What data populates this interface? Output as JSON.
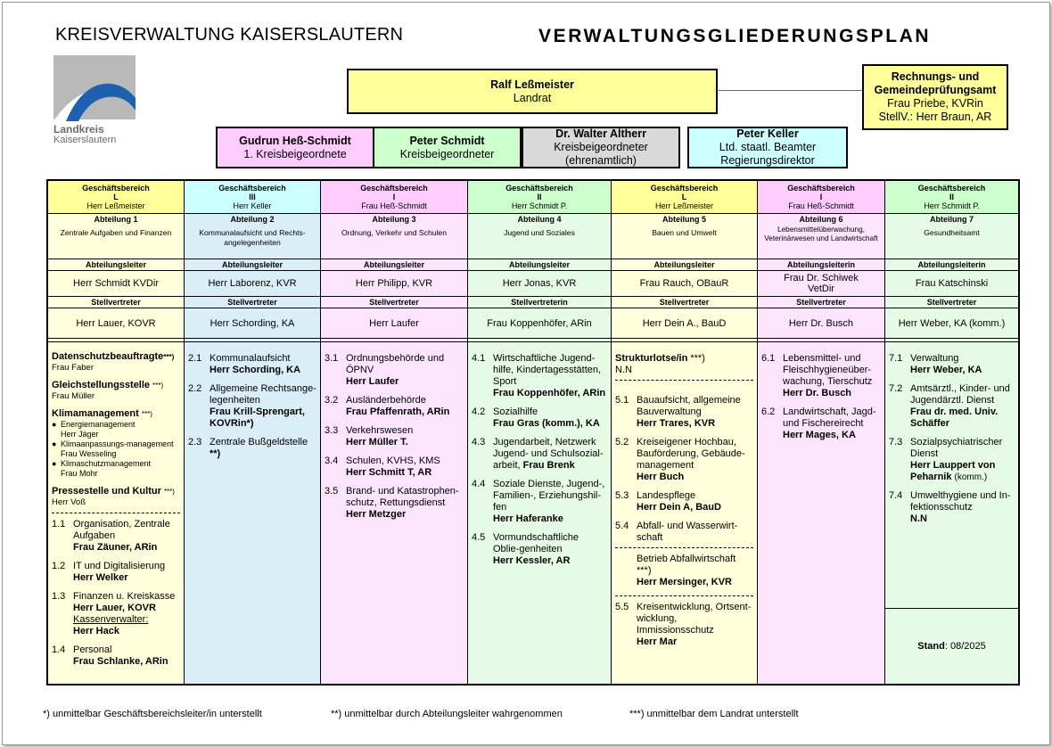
{
  "header": {
    "agency": "KREISVERWALTUNG KAISERSLAUTERN",
    "title": "VERWALTUNGSGLIEDERUNGSPLAN",
    "logo_line1": "Landkreis",
    "logo_line2": "Kaiserslautern"
  },
  "colors": {
    "yellow": "#ffff99",
    "pink": "#ffccff",
    "green": "#ccffcc",
    "grey": "#d9d9d9",
    "cyan": "#ccffff",
    "lightblue": "#daeef8",
    "lightpink": "#fde5fd",
    "lightgreen": "#e6fbe6",
    "lightyellow": "#ffffdc"
  },
  "landrat": {
    "name": "Ralf Leßmeister",
    "role": "Landrat"
  },
  "audit": {
    "line1": "Rechnungs- und",
    "line2": "Gemeindeprüfungsamt",
    "line3": "Frau Priebe, KVRin",
    "line4": "StellV.: Herr Braun, AR"
  },
  "deputies": [
    {
      "name": "Gudrun Heß-Schmidt",
      "role": "1. Kreisbeigeordnete"
    },
    {
      "name": "Peter Schmidt",
      "role": "Kreisbeigeordneter"
    },
    {
      "name": "Dr. Walter Altherr",
      "role": "Kreisbeigeordneter",
      "role2": "(ehrenamtlich)"
    },
    {
      "name": "Peter Keller",
      "role": "Ltd. staatl. Beamter",
      "role2": "Regierungsdirektor"
    }
  ],
  "columns": [
    {
      "gb_label": "Geschäftsbereich",
      "gb_num": "L",
      "gb_head": "Herr Leßmeister",
      "dept": "Abteilung 1",
      "dept_desc": "Zentrale Aufgaben und Finanzen",
      "leader_label": "Abteilungsleiter",
      "leader": "Herr Schmidt KVDir",
      "deputy_label": "Stellvertreter",
      "deputy": "Herr Lauer, KOVR"
    },
    {
      "gb_label": "Geschäftsbereich",
      "gb_num": "III",
      "gb_head": "Herr Keller",
      "dept": "Abteilung 2",
      "dept_desc": "Kommunalaufsicht und Rechts-angelegenheiten",
      "leader_label": "Abteilungsleiter",
      "leader": "Herr Laborenz, KVR",
      "deputy_label": "Stellvertreter",
      "deputy": "Herr Schording, KA"
    },
    {
      "gb_label": "Geschäftsbereich",
      "gb_num": "I",
      "gb_head": "Frau Heß-Schmidt",
      "dept": "Abteilung 3",
      "dept_desc": "Ordnung, Verkehr und Schulen",
      "leader_label": "Abteilungsleiter",
      "leader": "Herr Philipp, KVR",
      "deputy_label": "Stellvertreter",
      "deputy": "Herr Laufer"
    },
    {
      "gb_label": "Geschäftsbereich",
      "gb_num": "II",
      "gb_head": "Herr Schmidt P.",
      "dept": "Abteilung 4",
      "dept_desc": "Jugend und Soziales",
      "leader_label": "Abteilungsleiter",
      "leader": "Herr Jonas, KVR",
      "deputy_label": "Stellvertreterin",
      "deputy": "Frau Koppenhöfer, ARin"
    },
    {
      "gb_label": "Geschäftsbereich",
      "gb_num": "L",
      "gb_head": "Herr Leßmeister",
      "dept": "Abteilung 5",
      "dept_desc": "Bauen und Umwelt",
      "leader_label": "Abteilungsleiter",
      "leader": "Frau Rauch, OBauR",
      "deputy_label": "Stellvertreter",
      "deputy": "Herr Dein A., BauD"
    },
    {
      "gb_label": "Geschäftsbereich",
      "gb_num": "I",
      "gb_head": "Frau Heß-Schmidt",
      "dept": "Abteilung 6",
      "dept_desc": "Lebensmittelüberwachung, Veterinärwesen und Landwirtschaft",
      "leader_label": "Abteilungsleiterin",
      "leader": "Frau Dr. Schiwek",
      "leader2": "VetDir",
      "deputy_label": "Stellvertreter",
      "deputy": "Herr Dr. Busch"
    },
    {
      "gb_label": "Geschäftsbereich",
      "gb_num": "II",
      "gb_head": "Herr Schmidt P.",
      "dept": "Abteilung 7",
      "dept_desc": "Gesundheitsamt",
      "leader_label": "Abteilungsleiterin",
      "leader": "Frau Katschinski",
      "deputy_label": "Stellvertreter",
      "deputy": "Herr Weber, KA (komm.)"
    }
  ],
  "col1": {
    "ds_title": "Datenschutzbeauftragte",
    "ds_sup": "***)",
    "ds_name": "Frau Faber",
    "gs_title": "Gleichstellungsstelle",
    "gs_sup": "***)",
    "gs_name": "Frau Müller",
    "km_title": "Klimamanagement",
    "km_sup": "***)",
    "km_b1": "Energiemanagement",
    "km_b1n": "Herr Jäger",
    "km_b2": "Klimaanpassungs-management",
    "km_b2n": "Frau Wesseling",
    "km_b3": "Klimaschutzmanagement",
    "km_b3n": "Frau Mohr",
    "pk_title": "Pressestelle und Kultur",
    "pk_sup": "***)",
    "pk_name": "Herr Voß",
    "i11_no": "1.1",
    "i11_t": "Organisation, Zentrale Aufgaben",
    "i11_n": "Frau Zäuner, ARin",
    "i12_no": "1.2",
    "i12_t": "IT und Digitalisierung",
    "i12_n": "Herr Welker",
    "i13_no": "1.3",
    "i13_t": "Finanzen u. Kreiskasse",
    "i13_n": "Herr Lauer, KOVR",
    "i13_k": "Kassenverwalter:",
    "i13_kn": "Herr Hack",
    "i14_no": "1.4",
    "i14_t": "Personal",
    "i14_n": "Frau Schlanke, ARin"
  },
  "col2": {
    "i21_no": "2.1",
    "i21_t": "Kommunalaufsicht",
    "i21_n": "Herr Schording, KA",
    "i22_no": "2.2",
    "i22_t": "Allgemeine Rechtsange-legenheiten",
    "i22_n": "Frau Krill-Sprengart, KOVRin*)",
    "i23_no": "2.3",
    "i23_t": "Zentrale Bußgeldstelle",
    "i23_n": "**)"
  },
  "col3": {
    "i31_no": "3.1",
    "i31_t": "Ordnungsbehörde und ÖPNV",
    "i31_n": "Herr Laufer",
    "i32_no": "3.2",
    "i32_t": "Ausländerbehörde",
    "i32_n": "Frau Pfaffenrath, ARin",
    "i33_no": "3.3",
    "i33_t": "Verkehrswesen",
    "i33_n": "Herr Müller T.",
    "i34_no": "3.4",
    "i34_t": "Schulen, KVHS, KMS",
    "i34_n": "Herr Schmitt T, AR",
    "i35_no": "3.5",
    "i35_t": "Brand- und Katastrophen-schutz, Rettungsdienst",
    "i35_n": "Herr Metzger"
  },
  "col4": {
    "i41_no": "4.1",
    "i41_t": "Wirtschaftliche Jugend-hilfe, Kindertagesstätten, Sport",
    "i41_n": "Frau Koppenhöfer, ARin",
    "i42_no": "4.2",
    "i42_t": "Sozialhilfe",
    "i42_n": "Frau Gras (komm.), KA",
    "i43_no": "4.3",
    "i43_t": "Jugendarbeit, Netzwerk Jugend- und Schulsozial-arbeit,",
    "i43_n": "Frau Brenk",
    "i44_no": "4.4",
    "i44_t": "Soziale Dienste, Jugend-, Familien-, Erziehungshil-fen",
    "i44_n": "Herr Haferanke",
    "i45_no": "4.5",
    "i45_t": "Vormundschaftliche Oblie-genheiten",
    "i45_n": "Herr Kessler, AR"
  },
  "col5": {
    "sl_title": "Strukturlotse/in",
    "sl_sup": "***)",
    "sl_name": "N.N",
    "i51_no": "5.1",
    "i51_t": "Bauaufsicht, allgemeine Bauverwaltung",
    "i51_n": "Herr Trares, KVR",
    "i52_no": "5.2",
    "i52_t": "Kreiseigener Hochbau, Bauförderung, Gebäude-management",
    "i52_n": "Herr Buch",
    "i53_no": "5.3",
    "i53_t": "Landespflege",
    "i53_n": "Herr Dein A, BauD",
    "i54_no": "5.4",
    "i54_t": "Abfall- und Wasserwirt-schaft",
    "baw_t": "Betrieb Abfallwirtschaft",
    "baw_sup": "***)",
    "baw_n": "Herr Mersinger, KVR",
    "i55_no": "5.5",
    "i55_t": "Kreisentwicklung, Ortsent-wicklung, Immissionsschutz",
    "i55_n": "Herr Mar"
  },
  "col6": {
    "i61_no": "6.1",
    "i61_t": "Lebensmittel- und Fleischhygieneüber-wachung, Tierschutz",
    "i61_n": "Herr Dr. Busch",
    "i62_no": "6.2",
    "i62_t": "Landwirtschaft, Jagd- und Fischereirecht",
    "i62_n": "Herr Mages, KA"
  },
  "col7": {
    "i71_no": "7.1",
    "i71_t": "Verwaltung",
    "i71_n": "Herr Weber, KA",
    "i72_no": "7.2",
    "i72_t": "Amtsärztl., Kinder- und Jugendärztl. Dienst",
    "i72_n": "Frau dr. med. Univ. Schäffer",
    "i73_no": "7.3",
    "i73_t": "Sozialpsychiatrischer Dienst",
    "i73_n": "Herr Lauppert von Peharnik",
    "i73_x": "(komm.)",
    "i74_no": "7.4",
    "i74_t": "Umwelthygiene und In-fektionsschutz",
    "i74_n": "N.N",
    "stand_label": "Stand",
    "stand_value": ": 08/2025"
  },
  "footnotes": {
    "f1": "*)  unmittelbar Geschäftsbereichsleiter/in unterstellt",
    "f2": "**) unmittelbar durch Abteilungsleiter wahrgenommen",
    "f3": "***) unmittelbar dem Landrat unterstellt"
  }
}
